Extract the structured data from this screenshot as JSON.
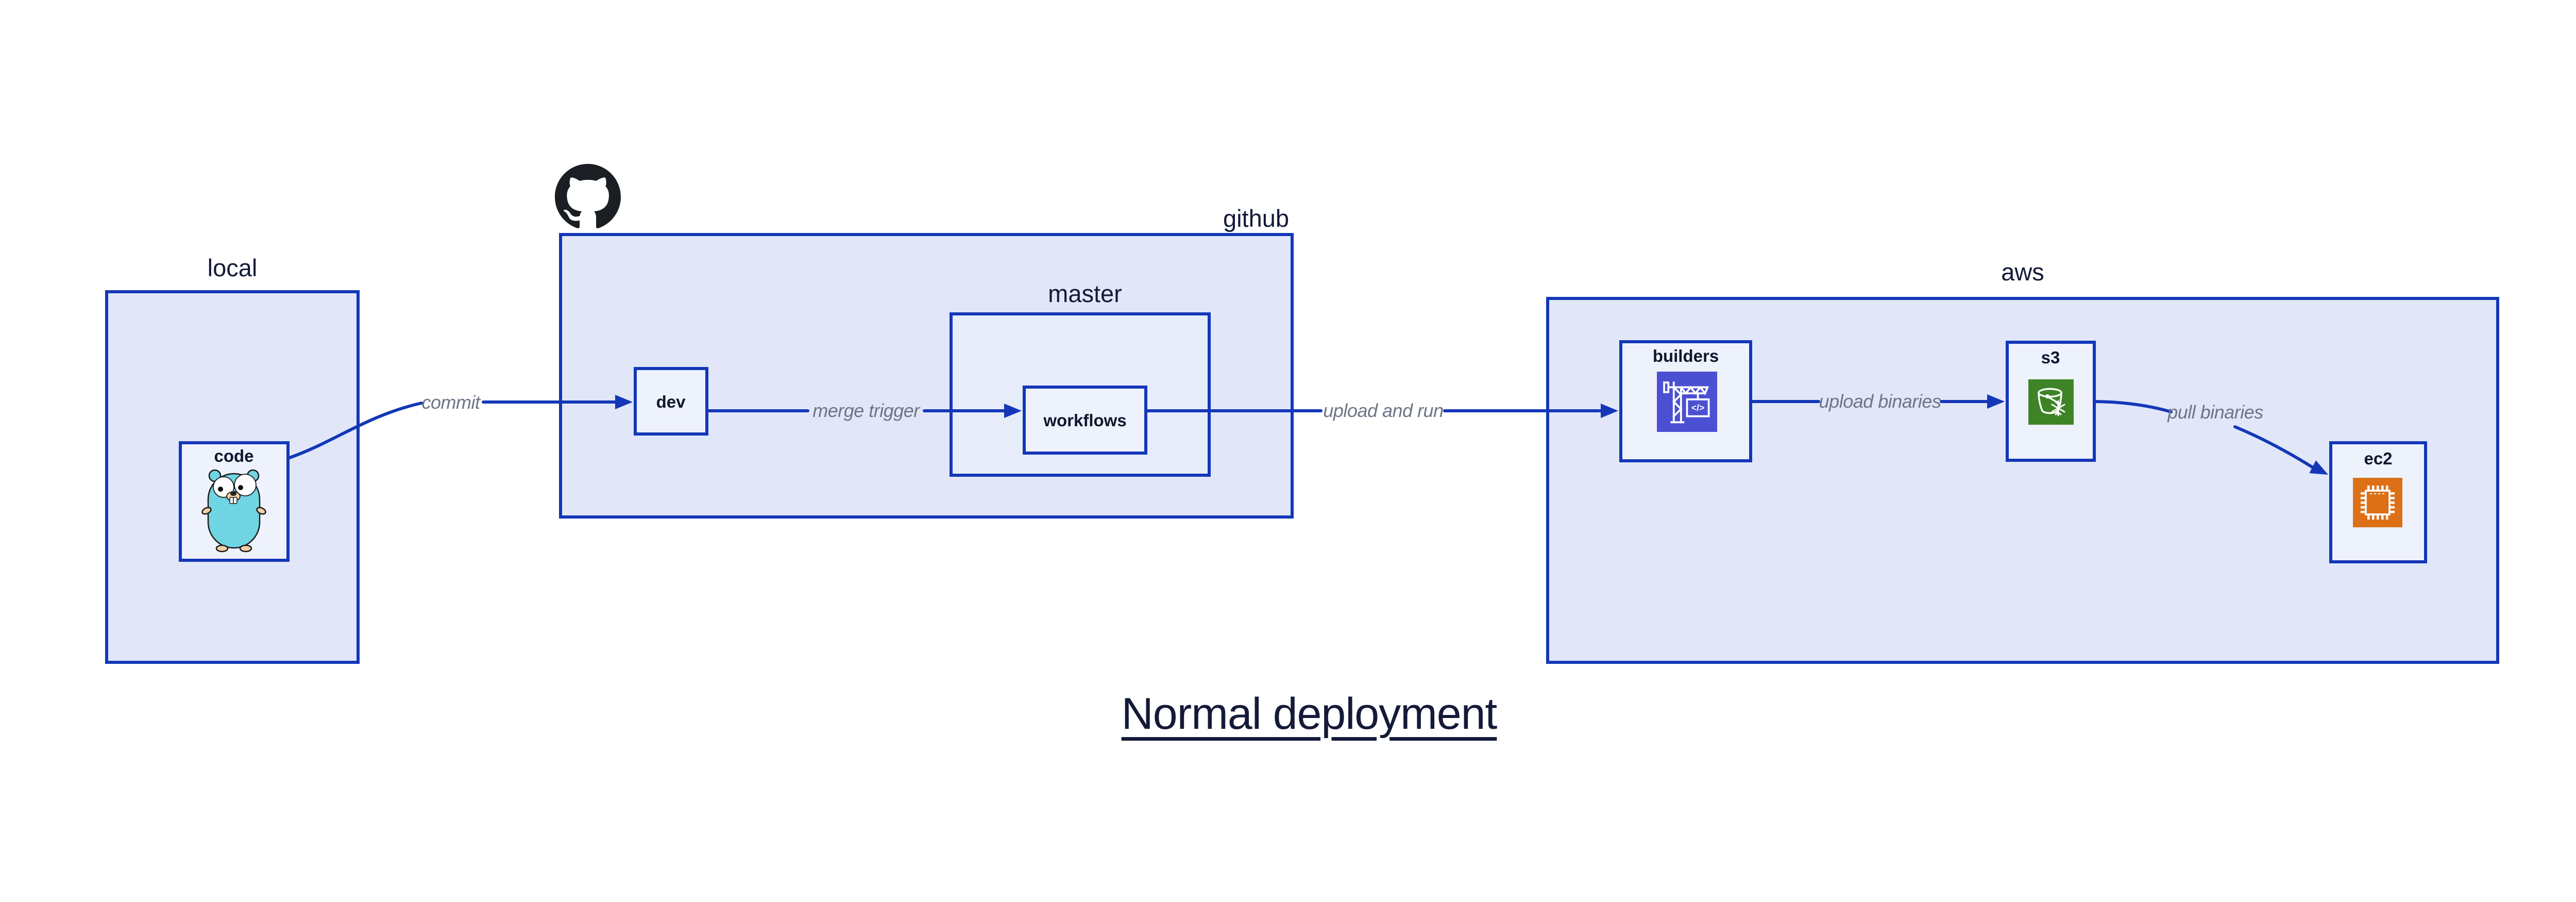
{
  "title": "Normal deployment",
  "groups": {
    "local": {
      "label": "local"
    },
    "github": {
      "label": "github"
    },
    "master": {
      "label": "master"
    },
    "aws": {
      "label": "aws"
    }
  },
  "nodes": {
    "code": {
      "label": "code"
    },
    "dev": {
      "label": "dev"
    },
    "workflows": {
      "label": "workflows"
    },
    "builders": {
      "label": "builders"
    },
    "s3": {
      "label": "s3"
    },
    "ec2": {
      "label": "ec2"
    }
  },
  "edges": {
    "commit": {
      "label": "commit"
    },
    "merge_trigger": {
      "label": "merge trigger"
    },
    "upload_and_run": {
      "label": "upload and run"
    },
    "upload_binaries": {
      "label": "upload binaries"
    },
    "pull_binaries": {
      "label": "pull binaries"
    }
  },
  "icons": {
    "github_logo": "github-octocat-mark",
    "gopher": "go-gopher",
    "codebuild": "aws-codebuild-crane",
    "codebuild_glyph": "</>",
    "s3": "aws-s3-glacier-bucket",
    "ec2": "aws-ec2-chip"
  },
  "colors": {
    "border_blue": "#1437b8",
    "group_fill": "#e1e7f9",
    "node_fill": "#eef2fc",
    "edge_label_gray": "#6d7585",
    "text_navy": "#141a38",
    "github_black": "#1b1f23",
    "codebuild_bg": "#4b50d3",
    "s3_bg": "#3e8427",
    "ec2_bg": "#dd7017",
    "gopher_teal": "#6fd5e2"
  }
}
